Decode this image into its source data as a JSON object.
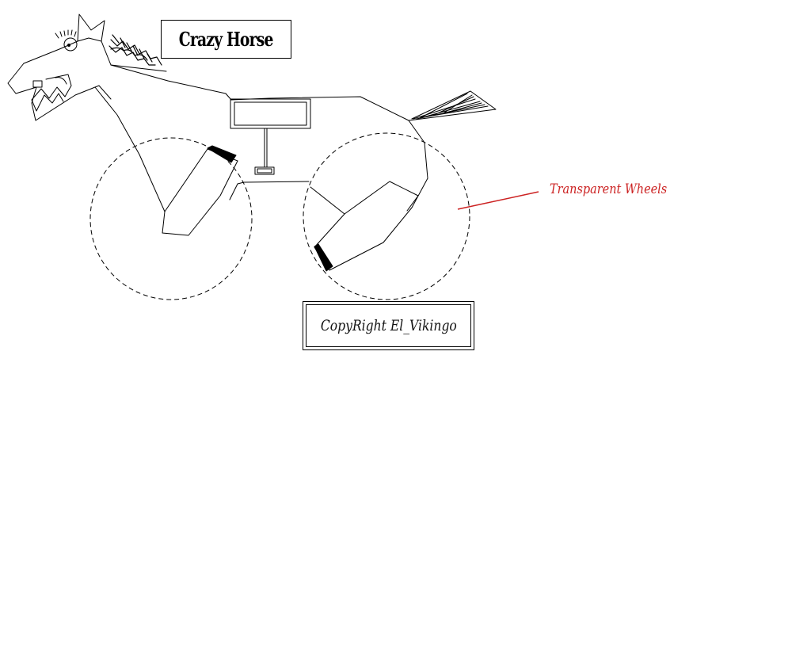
{
  "title": "Crazy Horse",
  "annotation": {
    "text": "Transparent Wheels",
    "color": "#cc2222"
  },
  "copyright": "CopyRight El_Vikingo",
  "colors": {
    "stroke": "#000000",
    "background": "#ffffff",
    "annotation": "#cc2222"
  }
}
